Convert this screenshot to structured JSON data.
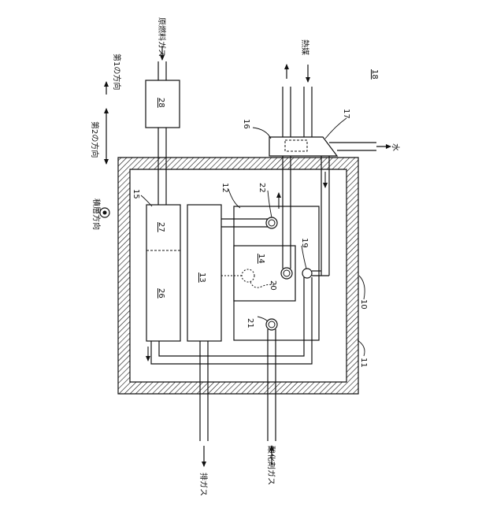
{
  "figure_number": "18",
  "labels": {
    "raw_fuel_gas": "原燃料ガス",
    "heat_medium": "熱媒",
    "water": "水",
    "exhaust_gas": "排ガス",
    "oxidant_gas": "酸化剤ガス",
    "first_direction": "第1の方向",
    "second_direction": "第2の方向",
    "stacking_direction": "積層方向"
  },
  "ref_numerals": {
    "n10": "10",
    "n11": "11",
    "n12": "12",
    "n13": "13",
    "n14": "14",
    "n15": "15",
    "n16": "16",
    "n17": "17",
    "n19": "19",
    "n20": "20",
    "n21": "21",
    "n22": "22",
    "n26": "26",
    "n27": "27",
    "n28": "28"
  },
  "colors": {
    "line": "#111111",
    "hatch": "#111111",
    "background": "#ffffff"
  }
}
